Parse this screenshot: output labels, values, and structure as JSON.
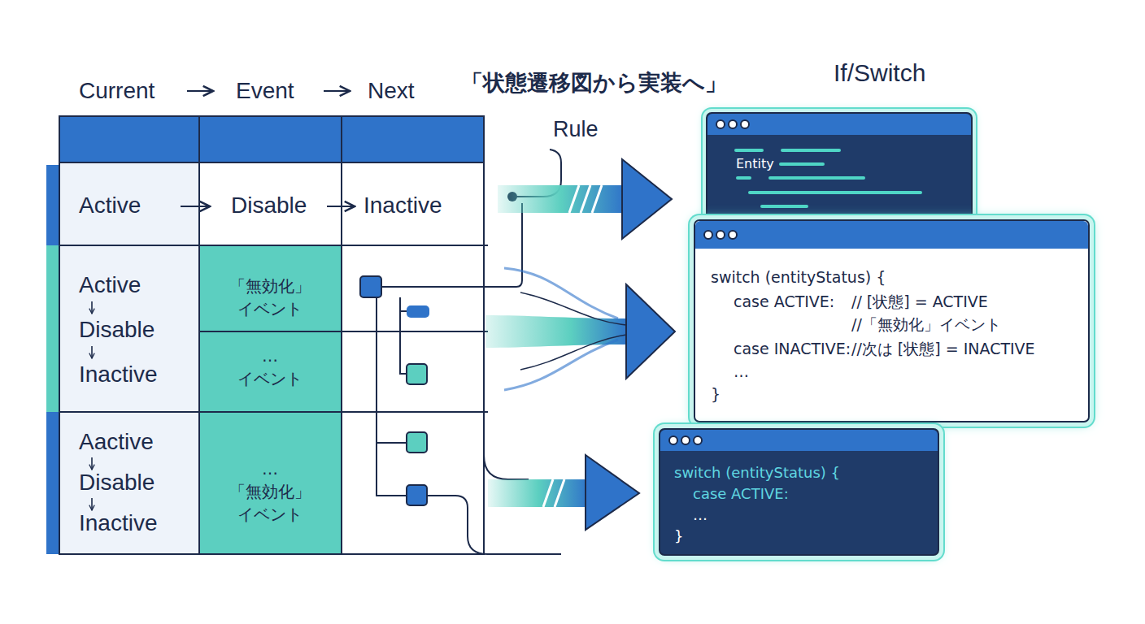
{
  "diagram": {
    "title": "「状態遷移図から実装へ」",
    "nodes": [
      {
        "text": [
          "Entity"
        ]
      },
      {
        "text": [
          "switch (entityStatus) {",
          "case ACTIVE:",
          "// [状態] = ACTIVE",
          "//「無効化」イベント",
          "case INACTIVE:",
          "//次は [状態] = INACTIVE",
          "…",
          "}"
        ]
      },
      {
        "text": [
          "switch (entityStatus) {",
          "case ACTIVE:",
          "…",
          "}"
        ]
      }
    ],
    "labels": [
      "Current",
      "Event",
      "Next",
      "If/Switch",
      "Rule",
      "Active",
      "Disable",
      "Inactive",
      "Active",
      "Disable",
      "Inactive",
      "「無効化」 イベント",
      "… イベント",
      "Aactive",
      "Disable",
      "Inactive",
      "… 「無効化」 イベント"
    ]
  }
}
